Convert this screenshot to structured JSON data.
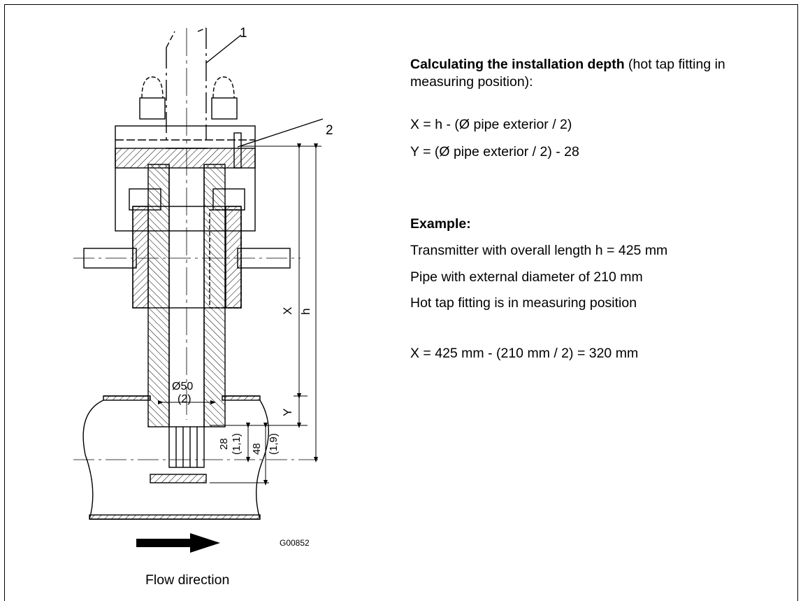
{
  "drawing": {
    "item_1": "1",
    "item_2": "2",
    "dim_x": "X",
    "dim_h": "h",
    "dim_y": "Y",
    "dia_label": "Ø50",
    "dia_inch": "(2)",
    "dim_28": "28",
    "dim_28_inch": "(1,1)",
    "dim_48": "48",
    "dim_48_inch": "(1,9)",
    "drawing_code": "G00852",
    "flow_caption": "Flow direction"
  },
  "text": {
    "heading_bold": "Calculating the installation depth",
    "heading_rest": " (hot tap fitting in measuring position):",
    "formula_x": "X = h - (Ø pipe exterior / 2)",
    "formula_y": "Y = (Ø pipe exterior / 2) - 28",
    "example_title": "Example:",
    "example_line1": "Transmitter with overall length h = 425 mm",
    "example_line2": "Pipe with external diameter of 210 mm",
    "example_line3": "Hot tap fitting is in measuring position",
    "result": "X = 425 mm - (210 mm / 2) = 320 mm"
  }
}
